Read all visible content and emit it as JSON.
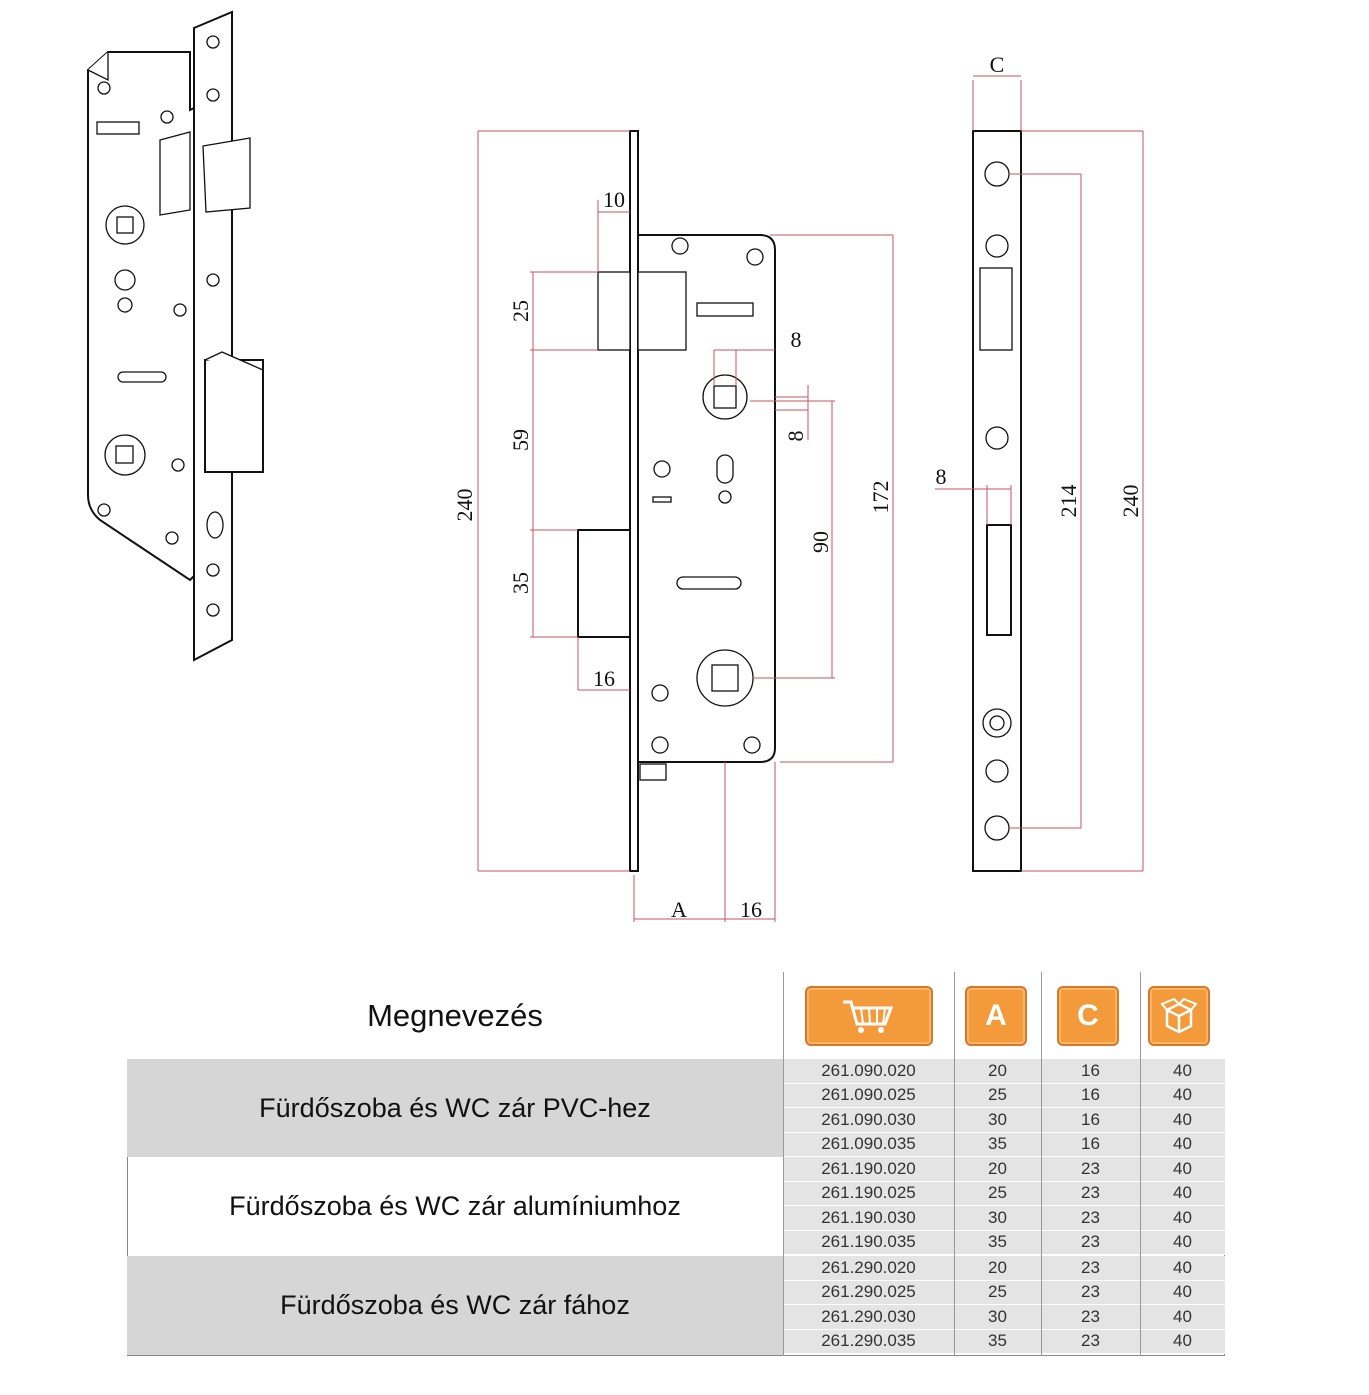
{
  "side_view": {
    "labels": {
      "c": "C",
      "h214": "214",
      "h240": "240",
      "offset8": "8"
    }
  },
  "front_view": {
    "labels": {
      "h240": "240",
      "h172": "172",
      "d10": "10",
      "d25": "25",
      "d59": "59",
      "d35": "35",
      "d16_left": "16",
      "d8_top": "8",
      "d8_right": "8",
      "d90": "90",
      "a": "A",
      "d16_bottom": "16"
    }
  },
  "table": {
    "header": {
      "name_label": "Megnevezés",
      "col_a": "A",
      "col_c": "C",
      "icons": [
        "cart-icon",
        "a-badge-icon",
        "c-badge-icon",
        "box-icon"
      ],
      "accent_color": "#f39a3a"
    },
    "groups": [
      {
        "name": "Fürdőszoba és WC zár PVC-hez",
        "rows": [
          {
            "code": "261.090.020",
            "a": "20",
            "c": "16",
            "qty": "40"
          },
          {
            "code": "261.090.025",
            "a": "25",
            "c": "16",
            "qty": "40"
          },
          {
            "code": "261.090.030",
            "a": "30",
            "c": "16",
            "qty": "40"
          },
          {
            "code": "261.090.035",
            "a": "35",
            "c": "16",
            "qty": "40"
          }
        ]
      },
      {
        "name": "Fürdőszoba és WC zár alumíniumhoz",
        "rows": [
          {
            "code": "261.190.020",
            "a": "20",
            "c": "23",
            "qty": "40"
          },
          {
            "code": "261.190.025",
            "a": "25",
            "c": "23",
            "qty": "40"
          },
          {
            "code": "261.190.030",
            "a": "30",
            "c": "23",
            "qty": "40"
          },
          {
            "code": "261.190.035",
            "a": "35",
            "c": "23",
            "qty": "40"
          }
        ]
      },
      {
        "name": "Fürdőszoba és WC zár fához",
        "rows": [
          {
            "code": "261.290.020",
            "a": "20",
            "c": "23",
            "qty": "40"
          },
          {
            "code": "261.290.025",
            "a": "25",
            "c": "23",
            "qty": "40"
          },
          {
            "code": "261.290.030",
            "a": "30",
            "c": "23",
            "qty": "40"
          },
          {
            "code": "261.290.035",
            "a": "35",
            "c": "23",
            "qty": "40"
          }
        ]
      }
    ]
  }
}
